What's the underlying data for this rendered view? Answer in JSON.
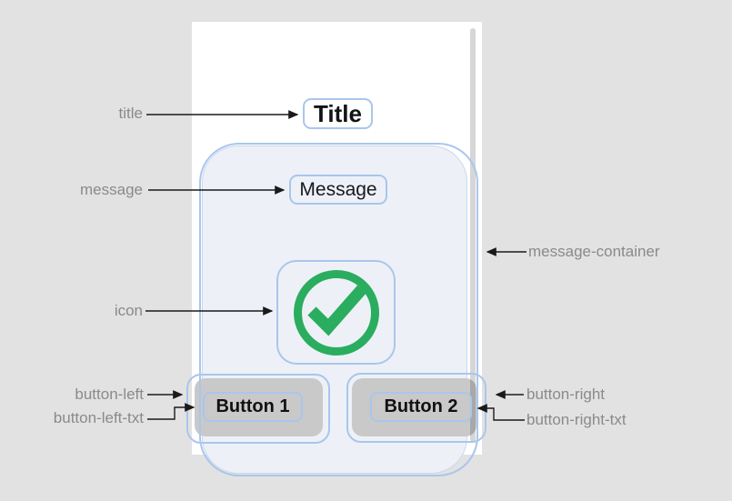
{
  "diagram": {
    "device": {
      "title": "Title",
      "message": "Message",
      "icon": "check-circle-icon",
      "button_left": "Button 1",
      "button_right": "Button 2"
    },
    "labels": {
      "title": "title",
      "message": "message",
      "message_container": "message-container",
      "icon": "icon",
      "button_left": "button-left",
      "button_left_txt": "button-left-txt",
      "button_right": "button-right",
      "button_right_txt": "button-right-txt"
    },
    "colors": {
      "annotation_blue": "#a9c6ec",
      "success_green": "#2aad5e",
      "label_gray": "#8a8a8a",
      "button_gray": "#c9c9c9",
      "container_fill": "#edf1f7",
      "page_background": "#e2e2e2",
      "text_black": "#111111"
    }
  }
}
